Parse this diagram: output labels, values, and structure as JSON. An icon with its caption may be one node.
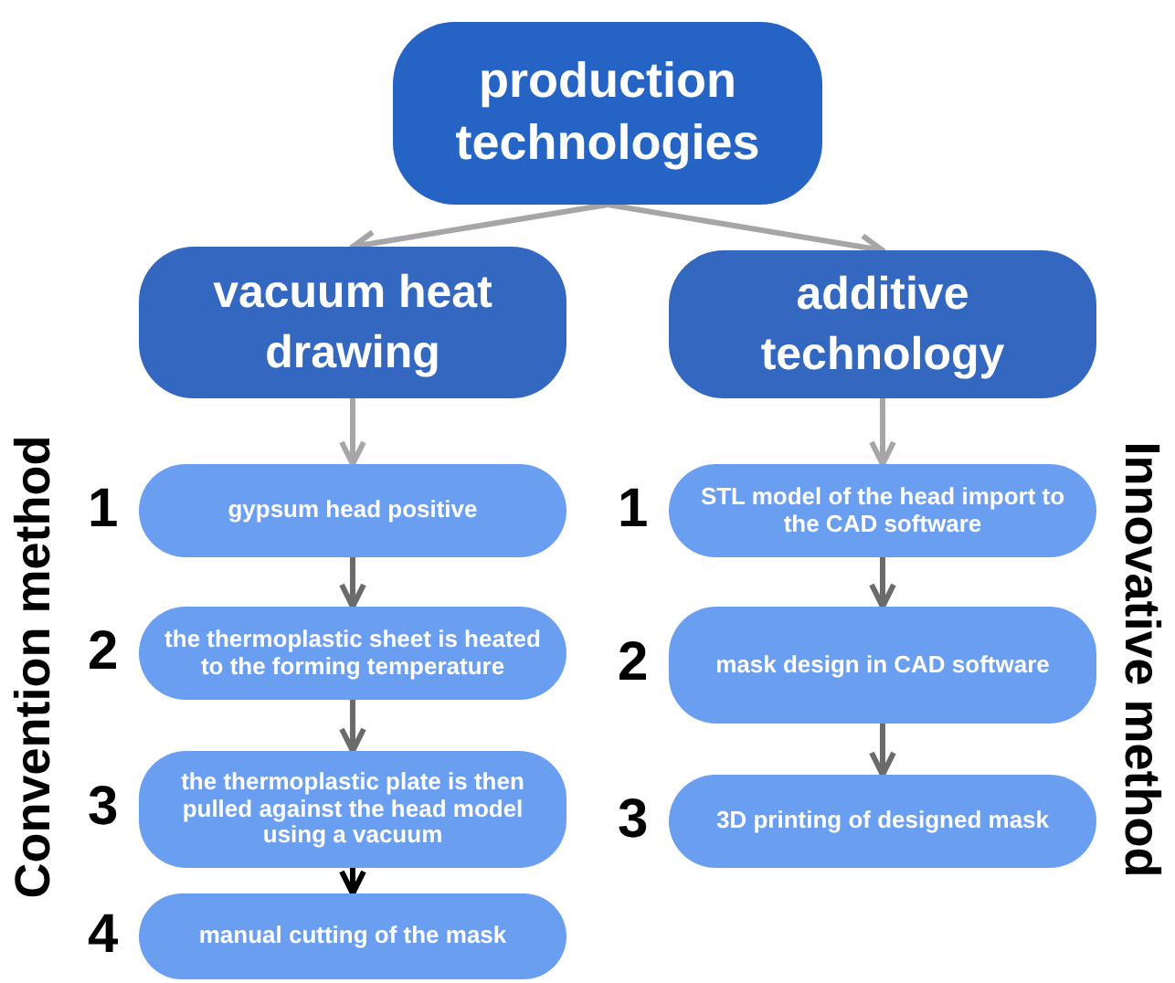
{
  "diagram": {
    "nodes": [
      {
        "text": [
          "production technologies"
        ]
      },
      {
        "text": [
          "vacuum heat drawing"
        ]
      },
      {
        "text": [
          "additive technology"
        ]
      },
      {
        "text": [
          "gypsum head positive"
        ],
        "beside": [
          "1"
        ]
      },
      {
        "text": [
          "the thermoplastic sheet is heated to the forming temperature"
        ],
        "beside": [
          "2"
        ]
      },
      {
        "text": [
          "the thermoplastic plate is then pulled against the head model using a vacuum"
        ],
        "beside": [
          "3"
        ]
      },
      {
        "text": [
          "manual cutting of the mask"
        ],
        "beside": [
          "4"
        ]
      },
      {
        "text": [
          "STL model of the head import to the CAD software"
        ],
        "beside": [
          "1"
        ]
      },
      {
        "text": [
          "mask design in CAD software"
        ],
        "beside": [
          "2"
        ]
      },
      {
        "text": [
          "3D printing of designed mask"
        ],
        "beside": [
          "3"
        ]
      }
    ],
    "edges": [
      {
        "from": 0,
        "to": 1,
        "arrow": "to",
        "color": "#a6a6a6"
      },
      {
        "from": 0,
        "to": 2,
        "arrow": "to",
        "color": "#a6a6a6"
      },
      {
        "from": 1,
        "to": 3,
        "arrow": "to",
        "color": "#a6a6a6"
      },
      {
        "from": 3,
        "to": 4,
        "arrow": "to"
      },
      {
        "from": 4,
        "to": 5,
        "arrow": "to"
      },
      {
        "from": 5,
        "to": 6,
        "arrow": "to",
        "color": "#000000"
      },
      {
        "from": 2,
        "to": 7,
        "arrow": "to",
        "color": "#a6a6a6"
      },
      {
        "from": 7,
        "to": 8,
        "arrow": "to"
      },
      {
        "from": 8,
        "to": 9,
        "arrow": "to"
      }
    ],
    "labels": [
      "Convention method",
      "Innovative method"
    ]
  }
}
